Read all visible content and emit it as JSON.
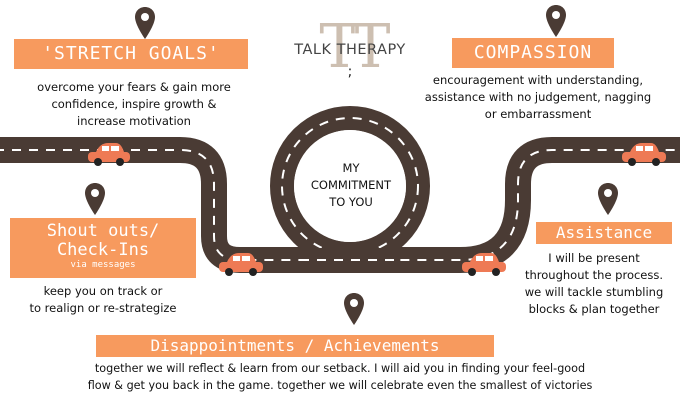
{
  "logo": {
    "letters": "TT",
    "text": "TALK THERAPY",
    "mark": ";"
  },
  "center": {
    "line1": "MY",
    "line2": "COMMITMENT",
    "line3": "TO YOU"
  },
  "stretch": {
    "title": "'STRETCH GOALS'",
    "lines": [
      "overcome  your fears & gain more",
      "confidence, inspire growth &",
      "increase  motivation"
    ]
  },
  "compassion": {
    "title": "COMPASSION",
    "lines": [
      "encouragement with understanding,",
      "assistance with no judgement, nagging",
      "or embarrassment"
    ]
  },
  "shoutouts": {
    "title_line1": "Shout outs/",
    "title_line2": "Check-Ins",
    "subtitle": "via messages",
    "lines": [
      "keep you on track or",
      "to realign or re-strategize"
    ]
  },
  "assistance": {
    "title": "Assistance",
    "lines": [
      "I will be present",
      "throughout the process.",
      "we will tackle stumbling",
      "blocks & plan together"
    ]
  },
  "disappointments": {
    "title": "Disappointments / Achievements",
    "lines": [
      "together we will reflect & learn from our setback. I will aid you in finding your feel-good",
      "flow & get you back in the game. together we will celebrate even the smallest of victories"
    ]
  },
  "colors": {
    "accent": "#f79a5e",
    "road": "#4a3b34",
    "car": "#ee7a55",
    "pin": "#4a3b34",
    "text": "#111111"
  }
}
